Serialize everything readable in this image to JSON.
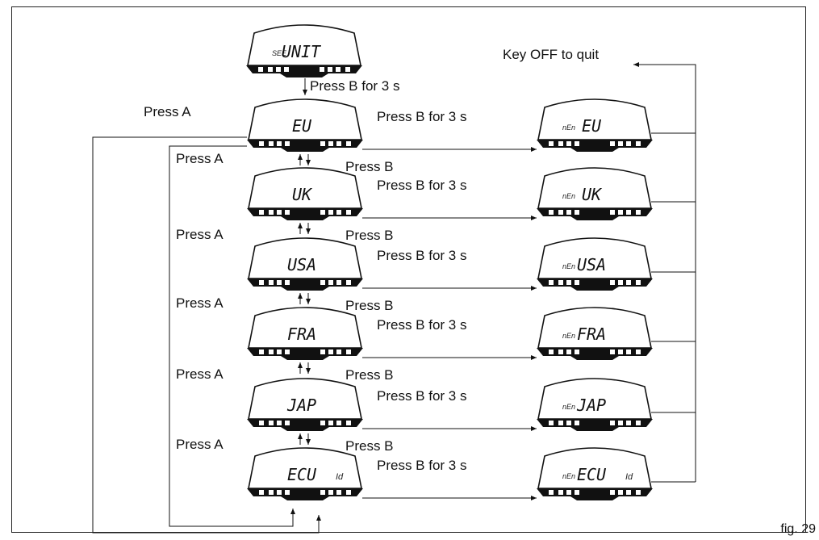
{
  "top_display": {
    "prefix": "SEE",
    "text": "UNIT"
  },
  "quit_label": "Key OFF to quit",
  "top_arrow_label": "Press B for 3 s",
  "press_a": "Press A",
  "press_b": "Press B",
  "press_b_3s": "Press B for 3 s",
  "new_prefix": "nEn",
  "units": [
    {
      "text": "EU",
      "suffix": ""
    },
    {
      "text": "UK",
      "suffix": ""
    },
    {
      "text": "USA",
      "suffix": ""
    },
    {
      "text": "FRA",
      "suffix": ""
    },
    {
      "text": "JAP",
      "suffix": ""
    },
    {
      "text": "ECU",
      "suffix": "Id"
    }
  ],
  "figure_caption": "fig. 29"
}
